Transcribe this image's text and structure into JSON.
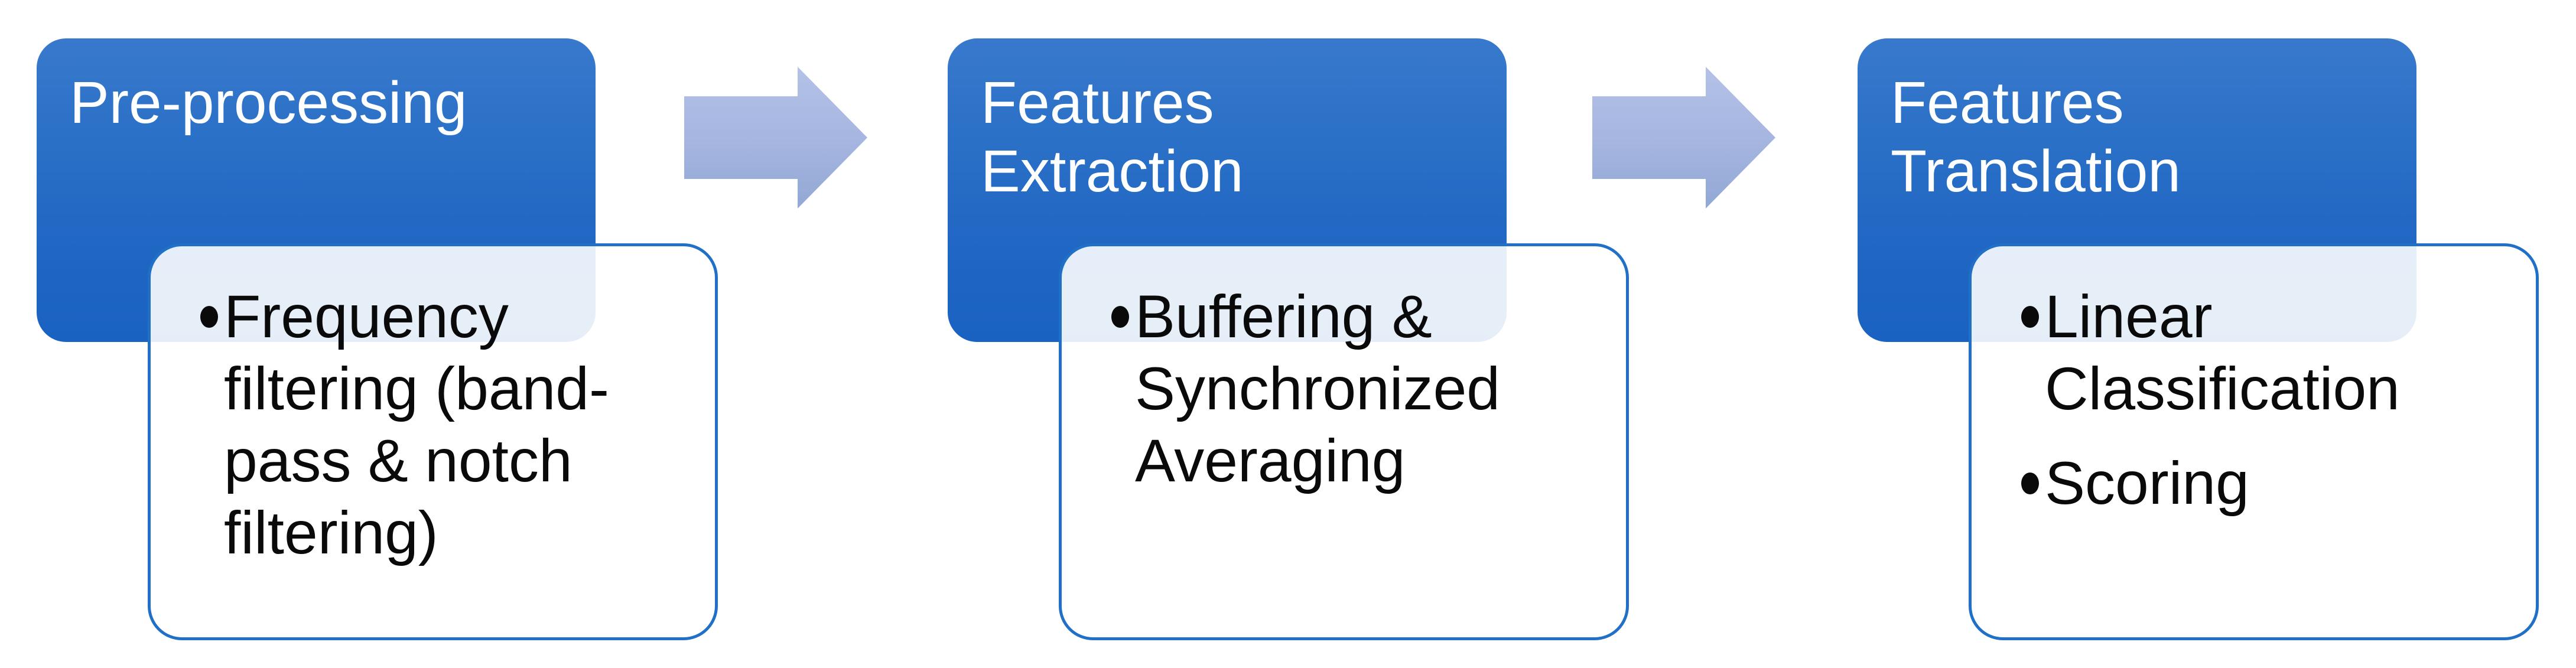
{
  "diagram": {
    "type": "process-flow",
    "steps": [
      {
        "title": "Pre-processing",
        "bullets": [
          "Frequency\nfiltering (band-\npass & notch\nfiltering)"
        ]
      },
      {
        "title": "Features\nExtraction",
        "bullets": [
          "Buffering &\nSynchronized\nAveraging"
        ]
      },
      {
        "title": "Features\nTranslation",
        "bullets": [
          "Linear\nClassification",
          "Scoring"
        ]
      }
    ],
    "arrows": [
      {
        "name": "flow-arrow-1",
        "direction": "right"
      },
      {
        "name": "flow-arrow-2",
        "direction": "right"
      }
    ]
  },
  "colors": {
    "header_top": "#3879CC",
    "header_mid": "#2A70C7",
    "header_low": "#2066C3",
    "header_bottom": "#1A62C1",
    "card_border": "#1F70C6",
    "card_bg": "rgba(255,255,255,0.89)",
    "arrow_top": "#B4C2E7",
    "arrow_mid": "#A6B6E0",
    "arrow_bottom": "#92A8D5",
    "title_text": "#FFFFFF",
    "body_text": "#0A0A0A",
    "page_bg": "#FFFFFF"
  }
}
